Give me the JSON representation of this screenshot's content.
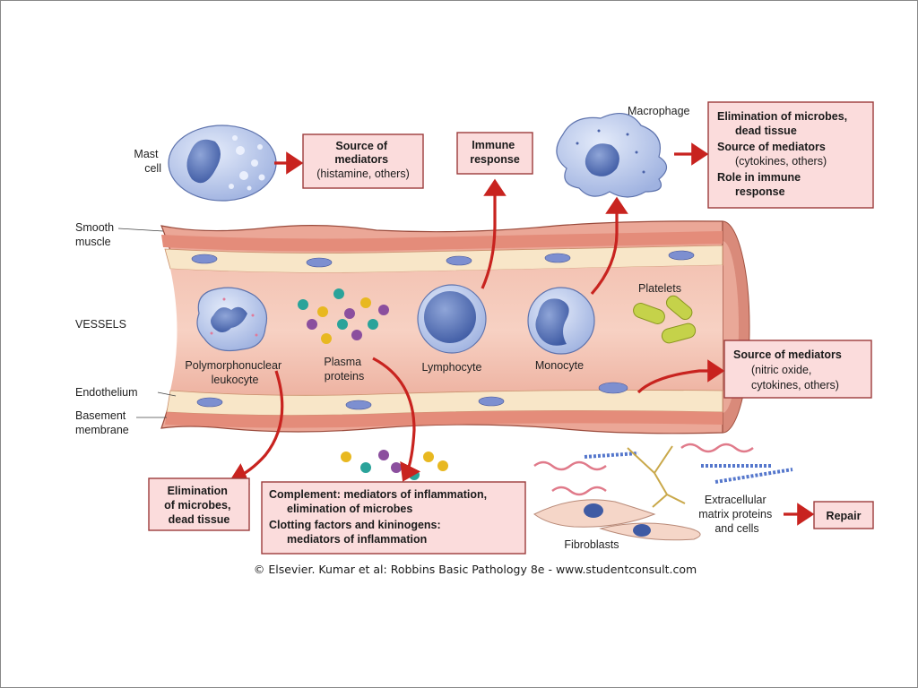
{
  "labels": {
    "mast_cell": [
      "Mast",
      "cell"
    ],
    "macrophage": "Macrophage",
    "smooth_muscle": [
      "Smooth",
      "muscle"
    ],
    "vessels": "VESSELS",
    "platelets": "Platelets",
    "pmn": [
      "Polymorphonuclear",
      "leukocyte"
    ],
    "plasma_proteins": [
      "Plasma",
      "proteins"
    ],
    "lymphocyte": "Lymphocyte",
    "monocyte": "Monocyte",
    "endothelium": "Endothelium",
    "basement_membrane": [
      "Basement",
      "membrane"
    ],
    "fibroblasts": "Fibroblasts",
    "ecm": [
      "Extracellular",
      "matrix proteins",
      "and cells"
    ]
  },
  "boxes": {
    "mast_source": [
      "Source of",
      "mediators",
      "(histamine, others)"
    ],
    "immune_response": [
      "Immune",
      "response"
    ],
    "macrophage_roles": [
      "Elimination of microbes,",
      "dead tissue",
      "Source of mediators",
      "(cytokines, others)",
      "Role in immune",
      "response"
    ],
    "endothelium_source": [
      "Source of mediators",
      "(nitric oxide,",
      "cytokines, others)"
    ],
    "pmn_elimination": [
      "Elimination",
      "of microbes,",
      "dead tissue"
    ],
    "complement": [
      "Complement: mediators of inflammation,",
      "elimination of microbes",
      "Clotting factors and kininogens:",
      "mediators of inflammation"
    ],
    "repair": "Repair"
  },
  "colors": {
    "arrow": "#c8231f",
    "box_fill": "#fbdcdc",
    "vessel": "#f1b7a8",
    "cell": "#b9c8ec",
    "nucleus": "#5a74b8"
  },
  "credit": "© Elsevier. Kumar et al: Robbins Basic Pathology 8e - www.studentconsult.com"
}
